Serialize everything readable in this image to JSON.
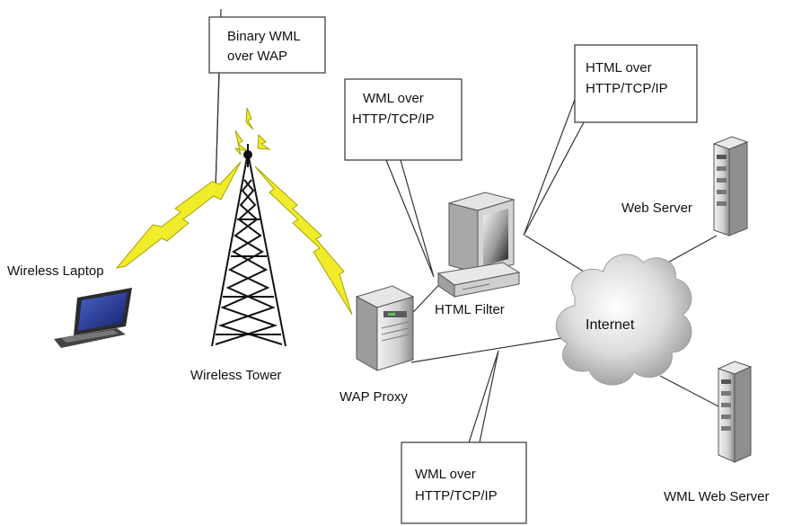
{
  "nodes": {
    "laptop": "Wireless Laptop",
    "tower": "Wireless Tower",
    "proxy": "WAP Proxy",
    "filter": "HTML Filter",
    "internet": "Internet",
    "web_server": "Web Server",
    "wml_server": "WML Web Server"
  },
  "callouts": {
    "binary": [
      "Binary WML",
      "over WAP"
    ],
    "wml_top": [
      "WML over",
      "HTTP/TCP/IP"
    ],
    "html": [
      "HTML over",
      "HTTP/TCP/IP"
    ],
    "wml_bottom": [
      "WML over",
      "HTTP/TCP/IP"
    ]
  },
  "colors": {
    "lightning": "#f0ec2a",
    "lightning_stroke": "#a8a200",
    "line": "#333333",
    "box_border": "#333333",
    "cloud": "#d9d9d9",
    "server": "#c8c8c8"
  }
}
